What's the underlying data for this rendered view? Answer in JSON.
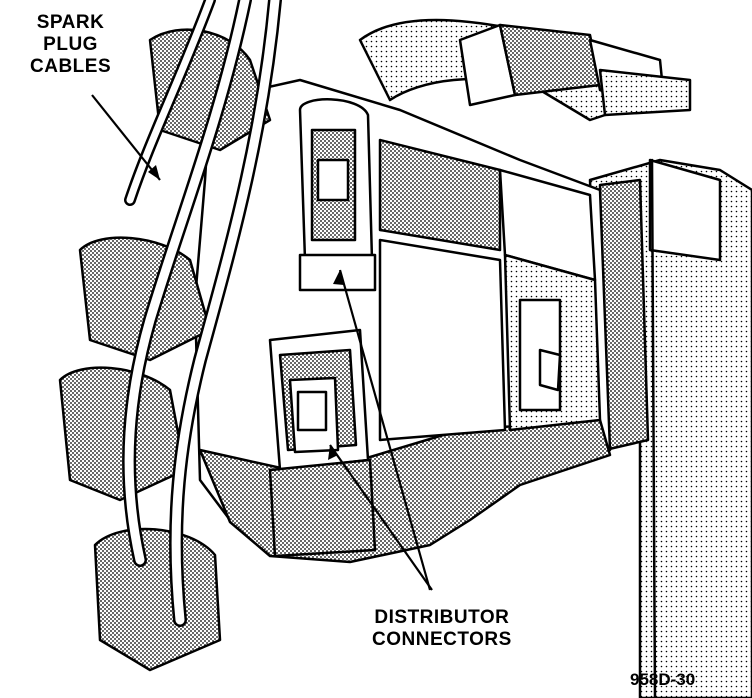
{
  "labels": {
    "spark_plug_cables": [
      "SPARK",
      "PLUG",
      "CABLES"
    ],
    "distributor_connectors": [
      "DISTRIBUTOR",
      "CONNECTORS"
    ]
  },
  "figure_id": "958D-30",
  "colors": {
    "ink": "#000000",
    "shade": "#9a9a9a",
    "paper": "#ffffff"
  }
}
